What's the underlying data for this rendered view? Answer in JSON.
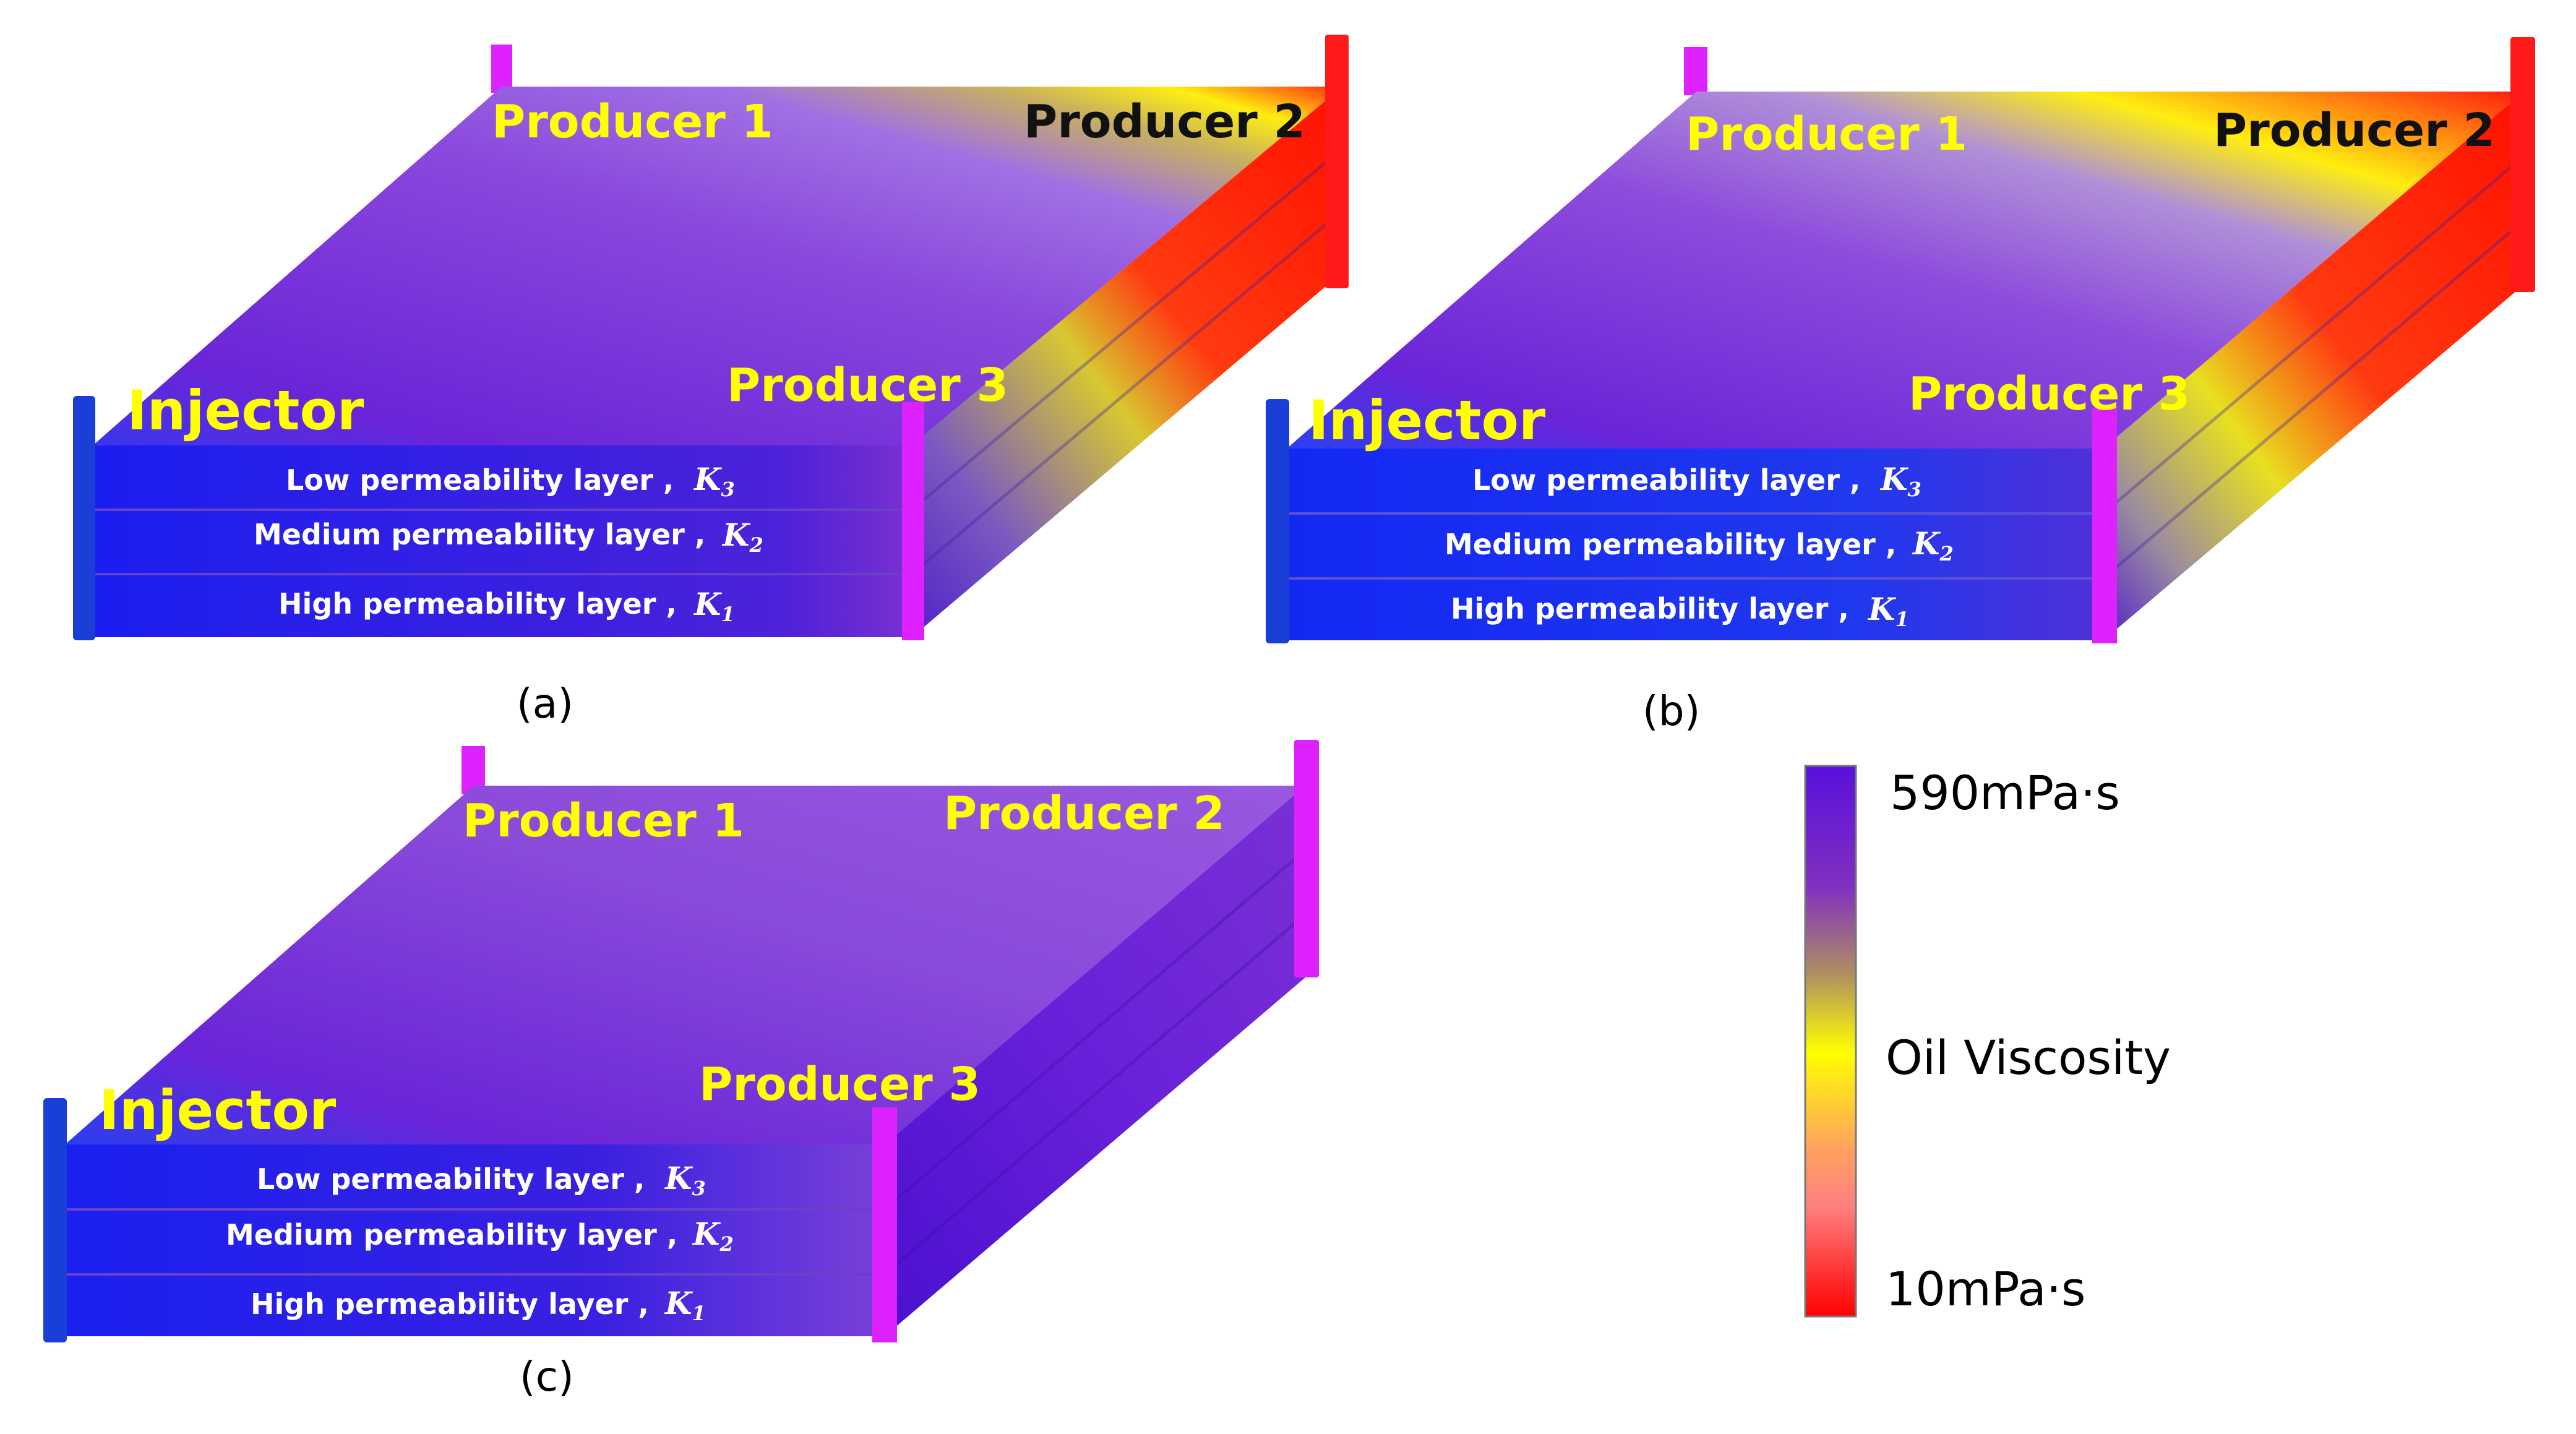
{
  "colors": {
    "viscous_oil": "#6a1fd8",
    "mid_oil": "#9a55e0",
    "water_front": "#ffff00",
    "low_viscosity": "#ff0000",
    "injector_well": "#1a3fd6",
    "producer_well": "#dd22ff",
    "injected_fluid": "#1428f0"
  },
  "panels": [
    {
      "label": "(a)",
      "producer1": "Producer 1",
      "producer2": "Producer 2",
      "producer3": "Producer 3",
      "injector": "Injector",
      "producer2_label_color": "black",
      "producer2_well_color": "#ff1a1a",
      "layers": [
        {
          "name": "Low permeability layer ,",
          "k": "K",
          "k_sub": "3"
        },
        {
          "name": "Medium permeability layer ,",
          "k": "K",
          "k_sub": "2"
        },
        {
          "name": "High permeability layer ,",
          "k": "K",
          "k_sub": "1"
        }
      ]
    },
    {
      "label": "(b)",
      "producer1": "Producer 1",
      "producer2": "Producer 2",
      "producer3": "Producer 3",
      "injector": "Injector",
      "producer2_label_color": "black",
      "producer2_well_color": "#ff1a1a",
      "layers": [
        {
          "name": "Low permeability layer ,",
          "k": "K",
          "k_sub": "3"
        },
        {
          "name": "Medium permeability layer ,",
          "k": "K",
          "k_sub": "2"
        },
        {
          "name": "High permeability layer ,",
          "k": "K",
          "k_sub": "1"
        }
      ]
    },
    {
      "label": "(c)",
      "producer1": "Producer 1",
      "producer2": "Producer 2",
      "producer3": "Producer 3",
      "injector": "Injector",
      "producer2_label_color": "yellow",
      "producer2_well_color": "#dd22ff",
      "layers": [
        {
          "name": "Low permeability layer ,",
          "k": "K",
          "k_sub": "3"
        },
        {
          "name": "Medium permeability layer ,",
          "k": "K",
          "k_sub": "2"
        },
        {
          "name": "High permeability layer ,",
          "k": "K",
          "k_sub": "1"
        }
      ]
    }
  ],
  "legend": {
    "top": "590mPa·s",
    "middle": "Oil Viscosity",
    "bottom": "10mPa·s"
  }
}
